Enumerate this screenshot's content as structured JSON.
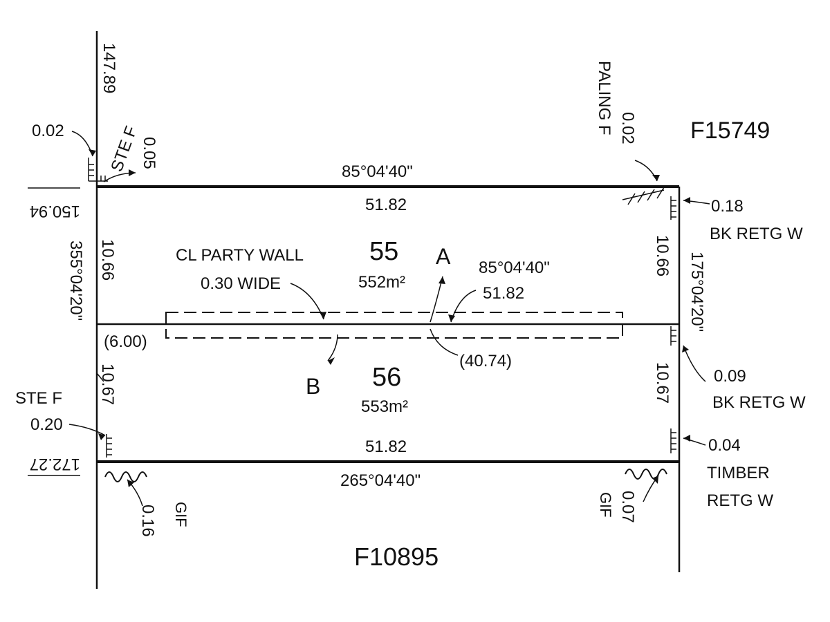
{
  "plan_labels": {
    "top_left_bearing": "147.89",
    "top_left_offset": "0.02",
    "top_left_fence": "STE F",
    "top_left_fence_offset": "0.05",
    "top_bearing": "85°04'40\"",
    "top_length": "51.82",
    "left_top_bearing": "150.94",
    "left_bearing": "355°04'20\"",
    "left_upper_length": "10.66",
    "left_lower_length": "10.67",
    "party_wall_line1": "CL PARTY WALL",
    "party_wall_line2": "0.30 WIDE",
    "lot_55_number": "55",
    "lot_55_area": "552m²",
    "point_a": "A",
    "mid_bearing": "85°04'40\"",
    "mid_length": "51.82",
    "wall_offset": "(6.00)",
    "wall_length": "(40.74)",
    "point_b": "B",
    "lot_56_number": "56",
    "lot_56_area": "553m²",
    "bottom_left_fence": "STE F",
    "bottom_left_fence_offset": "0.20",
    "bottom_left_bearing": "172.27",
    "bottom_length": "51.82",
    "bottom_bearing": "265°04'40\"",
    "bottom_left_gif": "GIF",
    "bottom_left_gif_offset": "0.16",
    "bottom_right_gif": "GIF",
    "bottom_right_gif_offset": "0.07",
    "adjoining_south": "F10895",
    "adjoining_northeast": "F15749",
    "top_right_fence": "PALING F",
    "top_right_fence_offset": "0.02",
    "right_top_offset": "0.18",
    "right_top_wall": "BK RETG W",
    "right_upper_length": "10.66",
    "right_bearing": "175°04'20\"",
    "right_mid_offset": "0.09",
    "right_mid_wall": "BK RETG W",
    "right_lower_length": "10.67",
    "right_bottom_offset": "0.04",
    "right_bottom_wall_line1": "TIMBER",
    "right_bottom_wall_line2": "RETG W"
  }
}
